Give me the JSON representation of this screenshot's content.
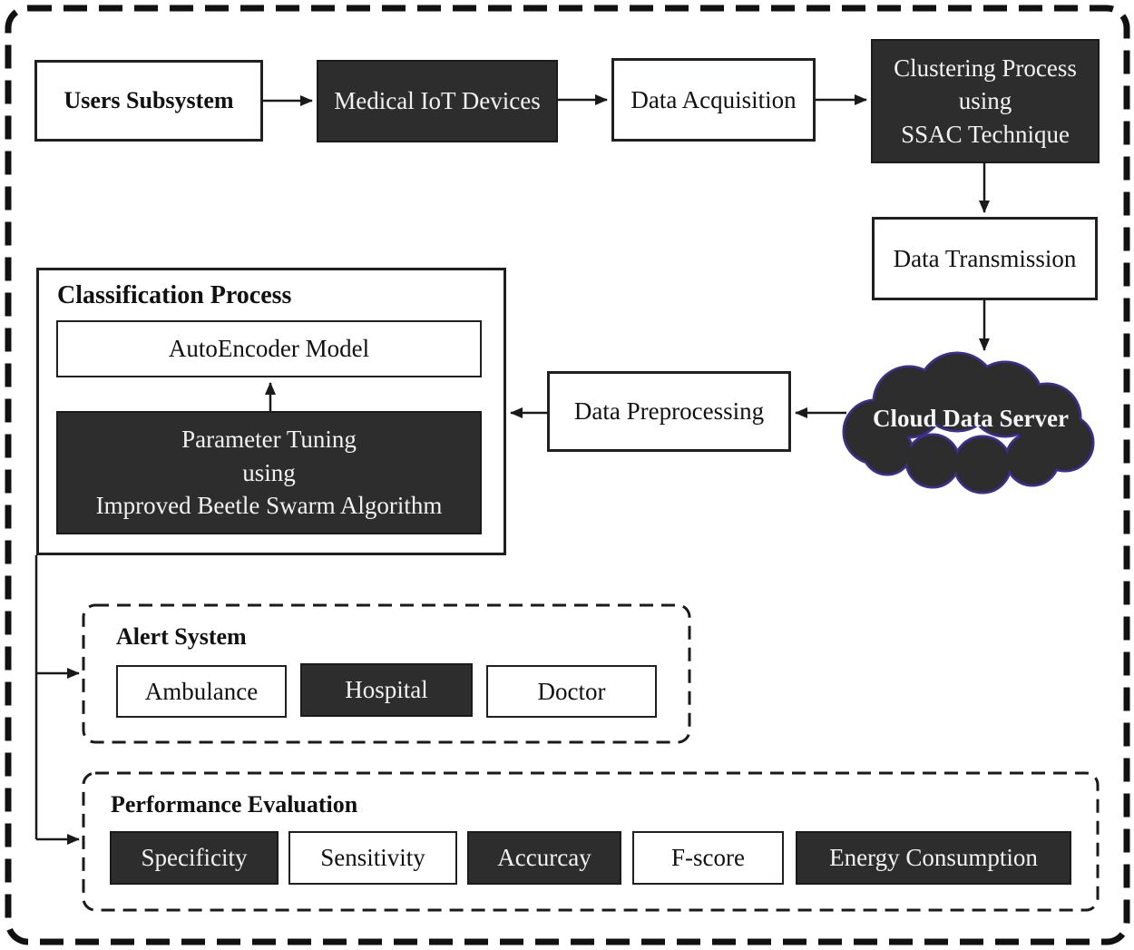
{
  "figure": {
    "pipeline": {
      "users_subsystem": "Users Subsystem",
      "medical_iot": "Medical IoT Devices",
      "data_acquisition": "Data Acquisition",
      "clustering": "Clustering Process\nusing\nSSAC Technique",
      "data_transmission": "Data Transmission",
      "cloud": "Cloud Data Server",
      "data_preprocessing": "Data Preprocessing"
    },
    "classification": {
      "title": "Classification Process",
      "autoencoder": "AutoEncoder Model",
      "parameter_tuning": "Parameter Tuning\nusing\nImproved Beetle Swarm Algorithm"
    },
    "alert_system": {
      "title": "Alert System",
      "items": [
        "Ambulance",
        "Hospital",
        "Doctor"
      ]
    },
    "performance_evaluation": {
      "title": "Performance Evaluation",
      "items": [
        "Specificity",
        "Sensitivity",
        "Accurcay",
        "F-score",
        "Energy Consumption"
      ]
    },
    "colors": {
      "dark_fill": "#2e2d2e",
      "box_border": "#231f20",
      "cloud_outline": "#3b2f96",
      "light_text": "#f2f2f2",
      "dark_text": "#111111"
    }
  }
}
